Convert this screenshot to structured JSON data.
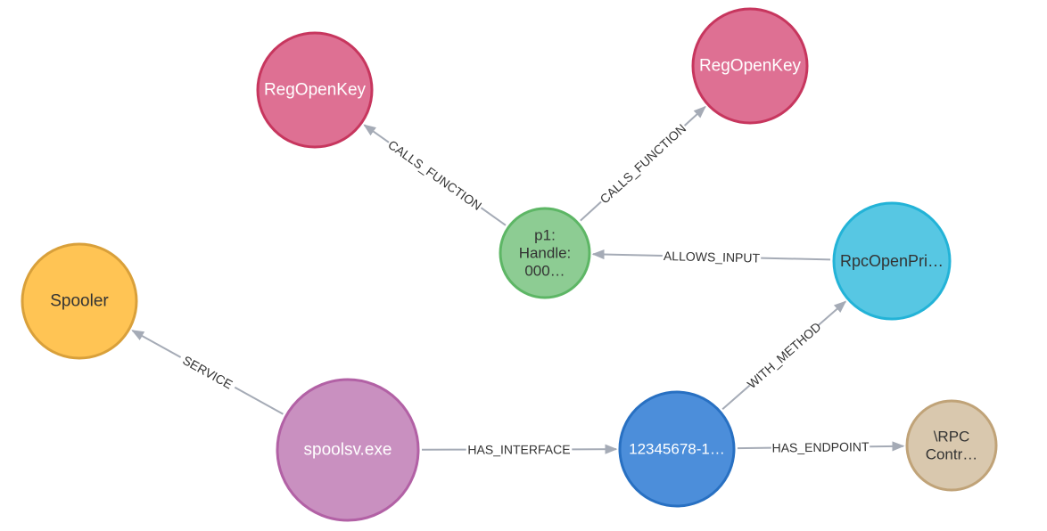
{
  "nodes": [
    {
      "id": "regopenkey-left",
      "label": [
        "RegOpenKey"
      ],
      "fill": "#de7093",
      "stroke": "#c7365e",
      "text_color": "#ffffff"
    },
    {
      "id": "regopenkey-right",
      "label": [
        "RegOpenKey"
      ],
      "fill": "#de7093",
      "stroke": "#c7365e",
      "text_color": "#ffffff"
    },
    {
      "id": "param-handle",
      "label": [
        "p1:",
        "Handle:",
        "000…"
      ],
      "fill": "#8dcc93",
      "stroke": "#5db665",
      "text_color": "#333333"
    },
    {
      "id": "rpcopenprinter",
      "label": [
        "RpcOpenPri…"
      ],
      "fill": "#57c7e3",
      "stroke": "#23b3d7",
      "text_color": "#333333"
    },
    {
      "id": "spooler",
      "label": [
        "Spooler"
      ],
      "fill": "#ffc454",
      "stroke": "#d9a03a",
      "text_color": "#333333"
    },
    {
      "id": "spoolsv",
      "label": [
        "spoolsv.exe"
      ],
      "fill": "#c990c0",
      "stroke": "#b261a5",
      "text_color": "#ffffff"
    },
    {
      "id": "interface-uuid",
      "label": [
        "12345678-1…"
      ],
      "fill": "#4c8eda",
      "stroke": "#2870c2",
      "text_color": "#ffffff"
    },
    {
      "id": "rpc-endpoint",
      "label": [
        "\\RPC",
        "Contr…"
      ],
      "fill": "#d9c8ae",
      "stroke": "#c0a378",
      "text_color": "#333333"
    }
  ],
  "edges": [
    {
      "id": "e1",
      "source": "param-handle",
      "target": "regopenkey-left",
      "label": "CALLS_FUNCTION"
    },
    {
      "id": "e2",
      "source": "param-handle",
      "target": "regopenkey-right",
      "label": "CALLS_FUNCTION"
    },
    {
      "id": "e3",
      "source": "rpcopenprinter",
      "target": "param-handle",
      "label": "ALLOWS_INPUT"
    },
    {
      "id": "e4",
      "source": "spoolsv",
      "target": "spooler",
      "label": "SERVICE"
    },
    {
      "id": "e5",
      "source": "spoolsv",
      "target": "interface-uuid",
      "label": "HAS_INTERFACE"
    },
    {
      "id": "e6",
      "source": "interface-uuid",
      "target": "rpcopenprinter",
      "label": "WITH_METHOD"
    },
    {
      "id": "e7",
      "source": "interface-uuid",
      "target": "rpc-endpoint",
      "label": "HAS_ENDPOINT"
    }
  ]
}
